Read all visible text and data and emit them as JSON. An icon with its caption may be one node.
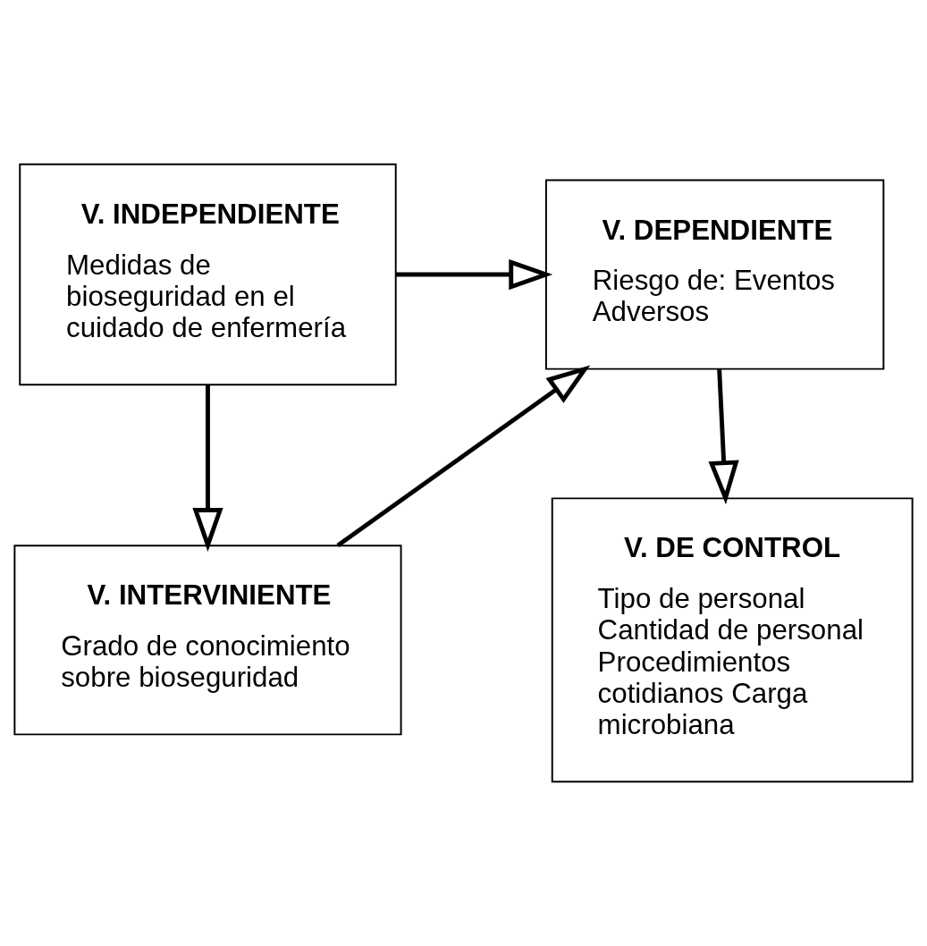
{
  "diagram": {
    "nodes": [
      {
        "text": [
          "V. INDEPENDIENTE",
          "Medidas de bioseguridad en el cuidado de enfermería"
        ]
      },
      {
        "text": [
          "V. DEPENDIENTE",
          "Riesgo de: Eventos Adversos"
        ]
      },
      {
        "text": [
          "V. INTERVINIENTE",
          "Grado de conocimiento sobre bioseguridad"
        ]
      },
      {
        "text": [
          "V. DE CONTROL",
          "Tipo de personal Cantidad de personal Procedimientos cotidianos Carga microbiana"
        ]
      }
    ],
    "edges": [
      {
        "from": 0,
        "to": 1,
        "arrow": "to"
      },
      {
        "from": 0,
        "to": 2,
        "arrow": "to"
      },
      {
        "from": 2,
        "to": 1,
        "arrow": "to"
      },
      {
        "from": 1,
        "to": 3,
        "arrow": "to"
      }
    ]
  }
}
